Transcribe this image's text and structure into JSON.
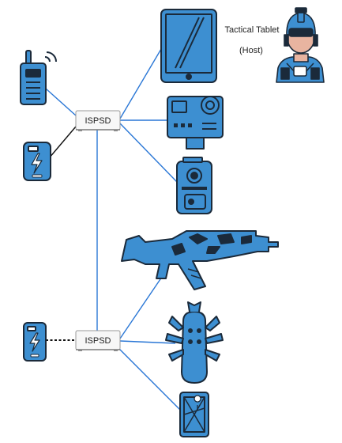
{
  "hubs": [
    {
      "id": "hub-top",
      "label": "ISPSD"
    },
    {
      "id": "hub-bottom",
      "label": "ISPSD"
    }
  ],
  "host": {
    "title": "Tactical Tablet",
    "subtitle": "(Host)"
  },
  "devices": [
    {
      "id": "radio",
      "icon": "radio-icon"
    },
    {
      "id": "battery-top",
      "icon": "battery-phone-icon"
    },
    {
      "id": "tablet",
      "icon": "tablet-icon"
    },
    {
      "id": "action-camera",
      "icon": "action-camera-icon"
    },
    {
      "id": "body-camera",
      "icon": "body-camera-icon"
    },
    {
      "id": "rifle",
      "icon": "rifle-icon"
    },
    {
      "id": "sensor",
      "icon": "sensor-pod-icon"
    },
    {
      "id": "gps",
      "icon": "gps-map-icon"
    },
    {
      "id": "battery-bottom",
      "icon": "battery-phone-icon"
    },
    {
      "id": "soldier",
      "icon": "soldier-icon"
    }
  ],
  "colors": {
    "device_fill": "#3d8fd1",
    "outline": "#1b2a3a",
    "link_blue": "#2a77d6",
    "link_black": "#111111",
    "hub_fill": "#f7f7f7",
    "hub_stroke": "#9a9a9a"
  }
}
